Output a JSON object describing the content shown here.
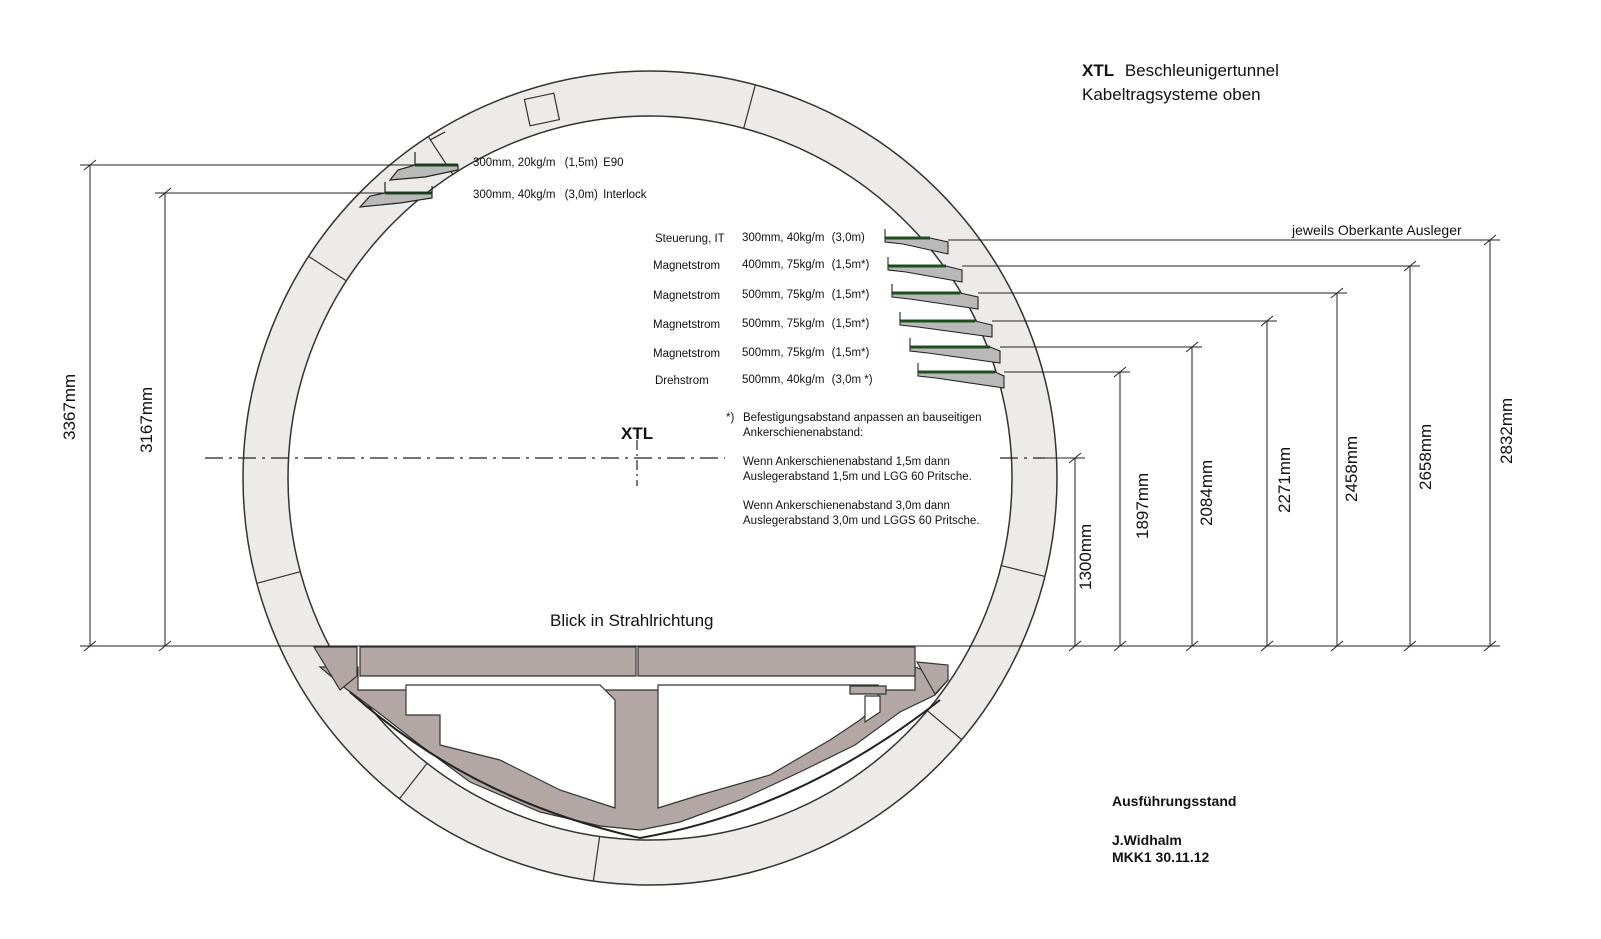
{
  "title": {
    "line1_bold": "XTL",
    "line1_rest": "Beschleunigertunnel",
    "line2": "Kabeltragsysteme oben"
  },
  "center_label": "XTL",
  "view_label": {
    "part1": "Blick in",
    "part2": "Strahlrichtung"
  },
  "top_edge_note": "jeweils Oberkante Ausleger",
  "left_trays": [
    {
      "spec": "300mm, 20kg/m",
      "spacing": "(1,5m)",
      "type": "E90"
    },
    {
      "spec": "300mm, 40kg/m",
      "spacing": "(3,0m)",
      "type": "Interlock"
    }
  ],
  "right_trays": [
    {
      "name": "Steuerung, IT",
      "spec": "300mm, 40kg/m",
      "spacing": "(3,0m)"
    },
    {
      "name": "Magnetstrom",
      "spec": "400mm, 75kg/m",
      "spacing": "(1,5m*)"
    },
    {
      "name": "Magnetstrom",
      "spec": "500mm, 75kg/m",
      "spacing": "(1,5m*)"
    },
    {
      "name": "Magnetstrom",
      "spec": "500mm, 75kg/m",
      "spacing": "(1,5m*)"
    },
    {
      "name": "Magnetstrom",
      "spec": "500mm, 75kg/m",
      "spacing": "(1,5m*)"
    },
    {
      "name": "Drehstrom",
      "spec": "500mm, 40kg/m",
      "spacing": "(3,0m *)"
    }
  ],
  "footnote": {
    "marker": "*)",
    "line1": "Befestigungsabstand anpassen an bauseitigen",
    "line2": "Ankerschienenabstand:",
    "line3": "Wenn Ankerschienenabstand 1,5m dann",
    "line4": "Auslegerabstand 1,5m und LGG 60 Pritsche.",
    "line5": "Wenn Ankerschienenabstand 3,0m dann",
    "line6": "Auslegerabstand 3,0m und LGGS 60 Pritsche."
  },
  "dimensions_left": [
    "3367mm",
    "3167mm"
  ],
  "dimensions_right": [
    "1300mm",
    "1897mm",
    "2084mm",
    "2271mm",
    "2458mm",
    "2658mm",
    "2832mm"
  ],
  "status": {
    "state": "Ausführungsstand",
    "author": "J.Widhalm",
    "ref": "MKK1 30.11.12"
  },
  "colors": {
    "ring_fill": "#ecebe9",
    "ring_stroke": "#333333",
    "floor_fill": "#b3a7a6",
    "tray_fill": "#b9b9b9",
    "tray_accent": "#1f4d1f",
    "line": "#222222"
  }
}
